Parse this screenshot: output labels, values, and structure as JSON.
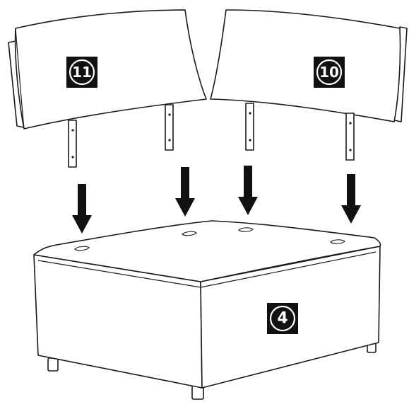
{
  "parts": {
    "backrest_left": {
      "label": "11"
    },
    "backrest_right": {
      "label": "10"
    },
    "seat_base": {
      "label": "4"
    }
  },
  "colors": {
    "badge": "#111111",
    "badge_text": "#ffffff",
    "outline": "#1a1a1a"
  }
}
